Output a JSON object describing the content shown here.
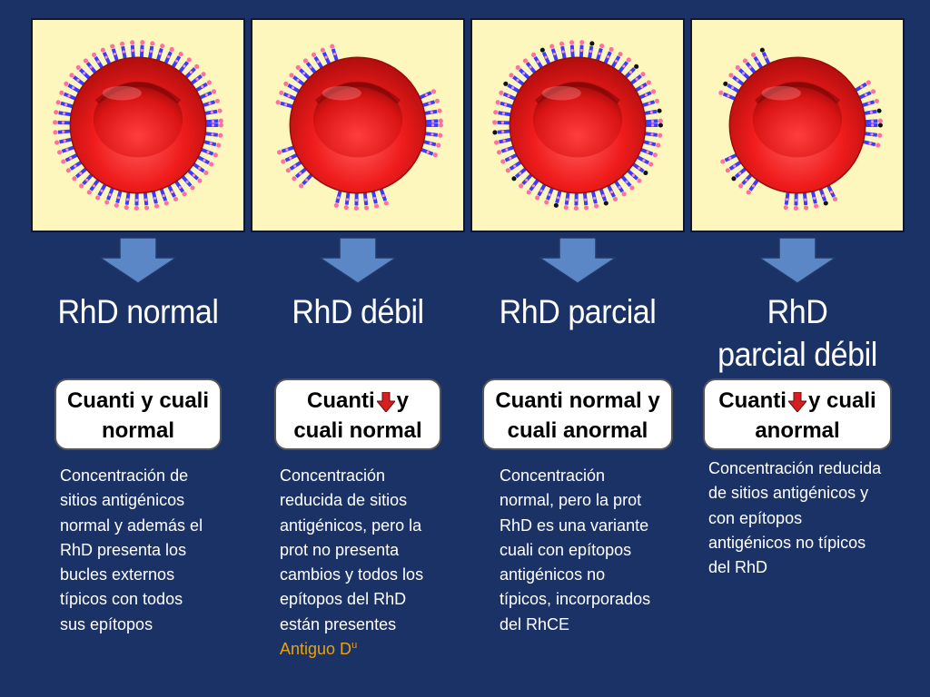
{
  "columns": [
    {
      "title_lines": [
        "RhD normal"
      ],
      "box_lines": [
        "Cuanti y cuali",
        "normal"
      ],
      "desc_lines": [
        "Concentración de",
        "sitios antigénicos",
        "normal y además el",
        "RhD presenta los",
        "bucles externos",
        "típicos con todos",
        "sus epítopos"
      ]
    },
    {
      "title_lines": [
        "RhD débil"
      ],
      "box_lines": [
        "Cuanti",
        "y",
        "cuali normal"
      ],
      "desc_lines": [
        "Concentración",
        "reducida de sitios",
        "antigénicos, pero la",
        "prot no presenta",
        "cambios y todos los",
        "epítopos del RhD",
        "están presentes"
      ],
      "desc_note": "Antiguo D",
      "desc_note_sup": "u"
    },
    {
      "title_lines": [
        "RhD parcial"
      ],
      "box_lines": [
        "Cuanti normal y",
        "cuali anormal"
      ],
      "desc_lines": [
        "Concentración",
        "normal, pero la prot",
        "RhD es una variante",
        "cuali con epítopos",
        "antigénicos no",
        "típicos, incorporados",
        "del RhCE"
      ]
    },
    {
      "title_lines": [
        "RhD",
        "parcial débil"
      ],
      "box_lines": [
        "Cuanti",
        "y cuali",
        "anormal"
      ],
      "desc_lines": [
        "Concentración reducida",
        "de sitios antigénicos y",
        "con epítopos",
        "antigénicos no típicos",
        "del RhD"
      ]
    }
  ],
  "colors": {
    "background": "#1b3266",
    "panel": "#fdf7bd",
    "cell": "#ee1c1c",
    "antigen": "#3b3bff",
    "arrow": "#5b87c6",
    "decrease_arrow": "#d42020",
    "note": "#e8a20c"
  },
  "icons": [
    "red-blood-cell",
    "down-arrow",
    "decrease-arrow"
  ]
}
